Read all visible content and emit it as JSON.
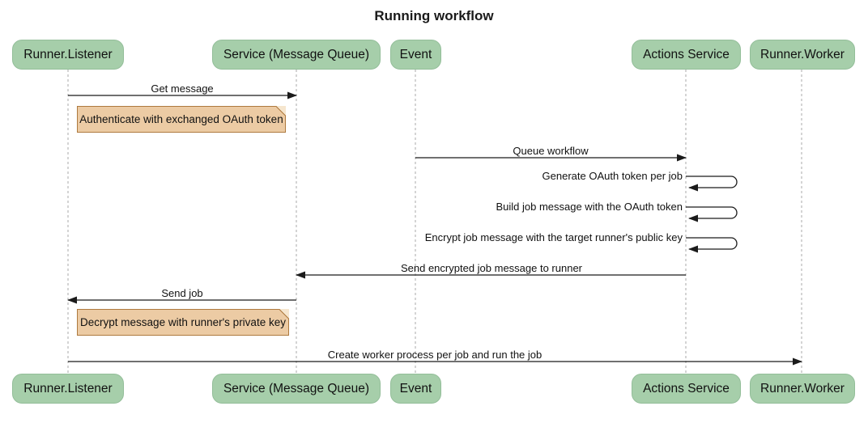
{
  "title": "Running workflow",
  "participants": [
    {
      "label": "Runner.Listener"
    },
    {
      "label": "Service (Message Queue)"
    },
    {
      "label": "Event"
    },
    {
      "label": "Actions Service"
    },
    {
      "label": "Runner.Worker"
    }
  ],
  "messages": [
    {
      "label": "Get message",
      "from": "Runner.Listener",
      "to": "Service (Message Queue)",
      "type": "solid-arrow"
    },
    {
      "label": "Queue workflow",
      "from": "Event",
      "to": "Actions Service",
      "type": "solid-arrow"
    },
    {
      "label": "Generate OAuth token per job",
      "from": "Actions Service",
      "to": "Actions Service",
      "type": "self-loop"
    },
    {
      "label": "Build job message with the OAuth token",
      "from": "Actions Service",
      "to": "Actions Service",
      "type": "self-loop"
    },
    {
      "label": "Encrypt job message with the target runner's public key",
      "from": "Actions Service",
      "to": "Actions Service",
      "type": "self-loop"
    },
    {
      "label": "Send encrypted job message to runner",
      "from": "Actions Service",
      "to": "Service (Message Queue)",
      "type": "solid-arrow"
    },
    {
      "label": "Send job",
      "from": "Service (Message Queue)",
      "to": "Runner.Listener",
      "type": "solid-arrow"
    },
    {
      "label": "Create worker process per job and run the job",
      "from": "Runner.Listener",
      "to": "Runner.Worker",
      "type": "solid-arrow"
    }
  ],
  "notes": [
    {
      "label": "Authenticate with exchanged OAuth token"
    },
    {
      "label": "Decrypt message with runner's private key"
    }
  ],
  "colors": {
    "participant_fill": "#a6ceaa",
    "participant_border": "#93be99",
    "note_fill": "#eccba4",
    "note_border": "#ae7a3f",
    "note_fold": "#f6e6ce",
    "lifeline": "#aaaaaa",
    "arrow": "#1b1b1b",
    "text": "#111111"
  }
}
